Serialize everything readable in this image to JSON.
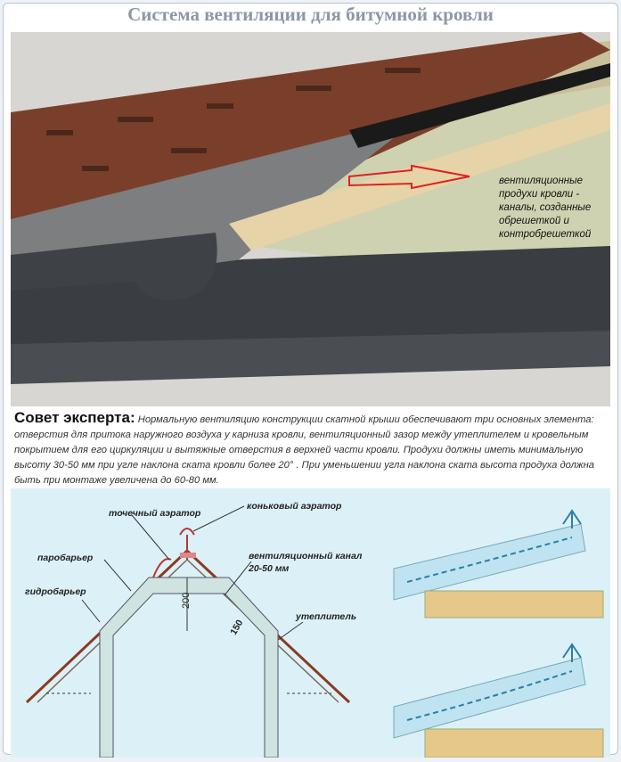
{
  "title": "Система вентиляции для битумной кровли",
  "photo": {
    "callout": "вентиляционные продухи кровли - каналы, созданные обрешеткой и контробрешеткой"
  },
  "tip": {
    "heading": "Совет эксперта:",
    "text": "Нормальную вентиляцию конструкции скатной крыши обеспечивают три основных элемента: отверстия для притока наружного воздуха у карниза кровли, вентиляционный зазор между утеплителем и кровельным покрытием для его циркуляции и вытяжные отверстия в верхней части кровли. Продухи должны иметь минимальную высоту 30-50 мм при угле наклона ската кровли более 20° . При уменьшении угла наклона ската высота продуха должна быть при монтаже увеличена до 60-80 мм."
  },
  "diagram": {
    "labels": {
      "point_aerator": "точечный аэратор",
      "ridge_aerator": "коньковый аэратор",
      "vapor_barrier": "паробарьер",
      "vent_channel": "вентиляционный канал",
      "vent_channel_size": "20-50 мм",
      "water_barrier": "гидробарьер",
      "insulation": "утеплитель",
      "dim_200": "200",
      "dim_150": "150"
    }
  }
}
